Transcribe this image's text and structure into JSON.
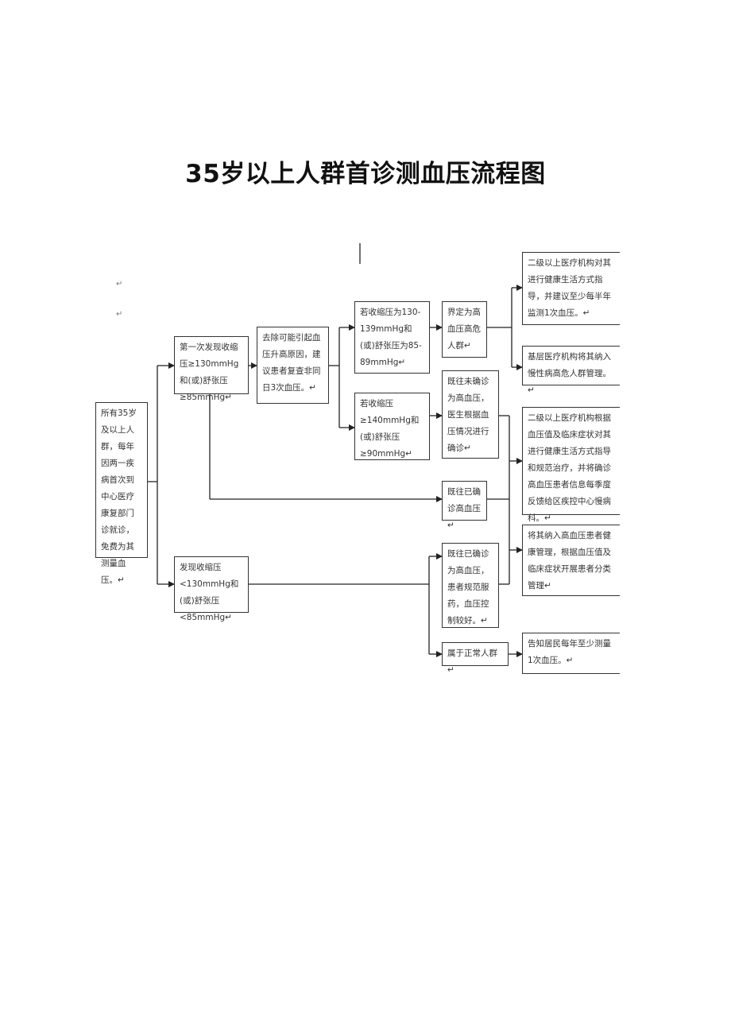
{
  "title": "35岁以上人群首诊测血压流程图",
  "marks": [
    "↵",
    "↵"
  ],
  "boxes": {
    "start": "所有35岁及以上人群，每年因两一疾病首次到中心医疗康复部门诊就诊，免费为其测量血压。↵",
    "first_high": "第一次发现收缩压≥130mmHg和(或)舒张压≥85mmHg↵",
    "first_normal": "发现收缩压<130mmHg和(或)舒张压<85mmHg↵",
    "remove_causes": "去除可能引起血压升高原因，建议患者复查非同日3次血压。↵",
    "range_130": "若收缩压为130-139mmHg和(或)舒张压为85-89mmHg↵",
    "range_140": "若收缩压≥140mmHg和(或)舒张压≥90mmHg↵",
    "high_risk": "界定为高血压高危人群↵",
    "not_confirmed": "既往未确诊为高血压，医生根据血压情况进行确诊↵",
    "confirmed": "既往已确诊高血压↵",
    "confirmed_controlled": "既往已确诊为高血压，患者规范服药，血压控制较好。↵",
    "normal": "属于正常人群↵",
    "r_secondary": "二级以上医疗机构对其进行健康生活方式指导，并建议至少每半年监测1次血压。↵",
    "r_primary": "基层医疗机构将其纳入慢性病高危人群管理。↵",
    "r_confirm_treat": "二级以上医疗机构根据血压值及临床症状对其进行健康生活方式指导和规范治疗，并将确诊高血压患者信息每季度反馈给区疾控中心慢病科。↵",
    "r_manage": "将其纳入高血压患者健康管理，根据血压值及临床症状开展患者分类管理↵",
    "r_inform": "告知居民每年至少测量1次血压。↵"
  }
}
